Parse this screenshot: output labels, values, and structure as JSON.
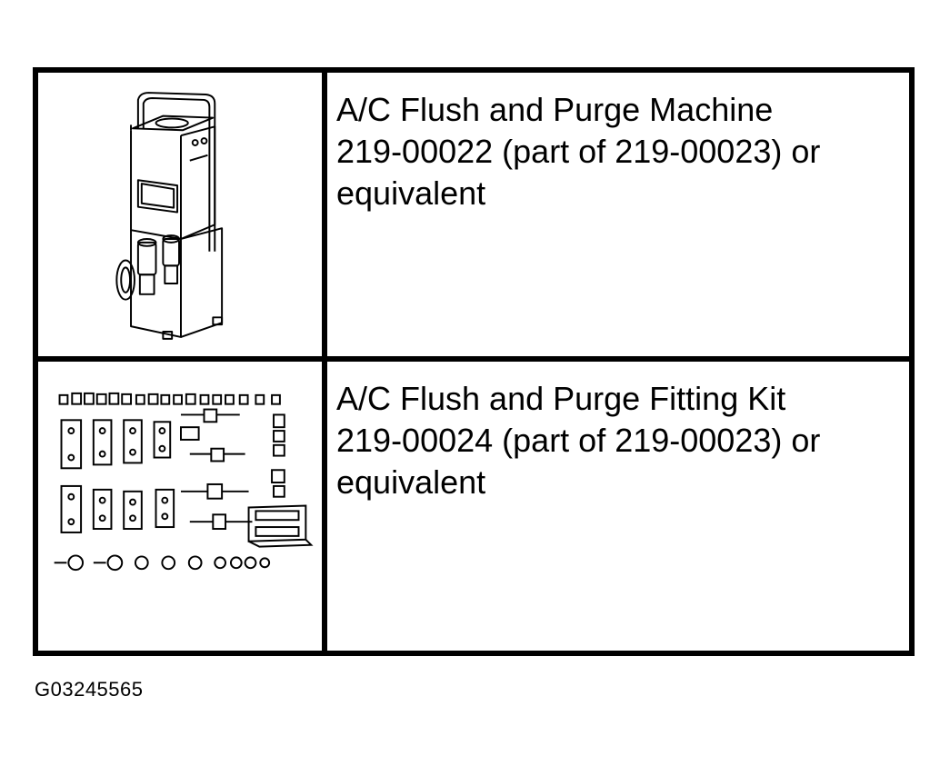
{
  "tools": [
    {
      "name": "A/C Flush and Purge Machine",
      "part": "219-00022 (part of 219-00023) or",
      "suffix": "equivalent",
      "icon": "flush-purge-machine-illustration"
    },
    {
      "name": "A/C Flush and Purge Fitting Kit",
      "part": "219-00024 (part of 219-00023) or",
      "suffix": "equivalent",
      "icon": "fitting-kit-illustration"
    }
  ],
  "figure_id": "G03245565"
}
